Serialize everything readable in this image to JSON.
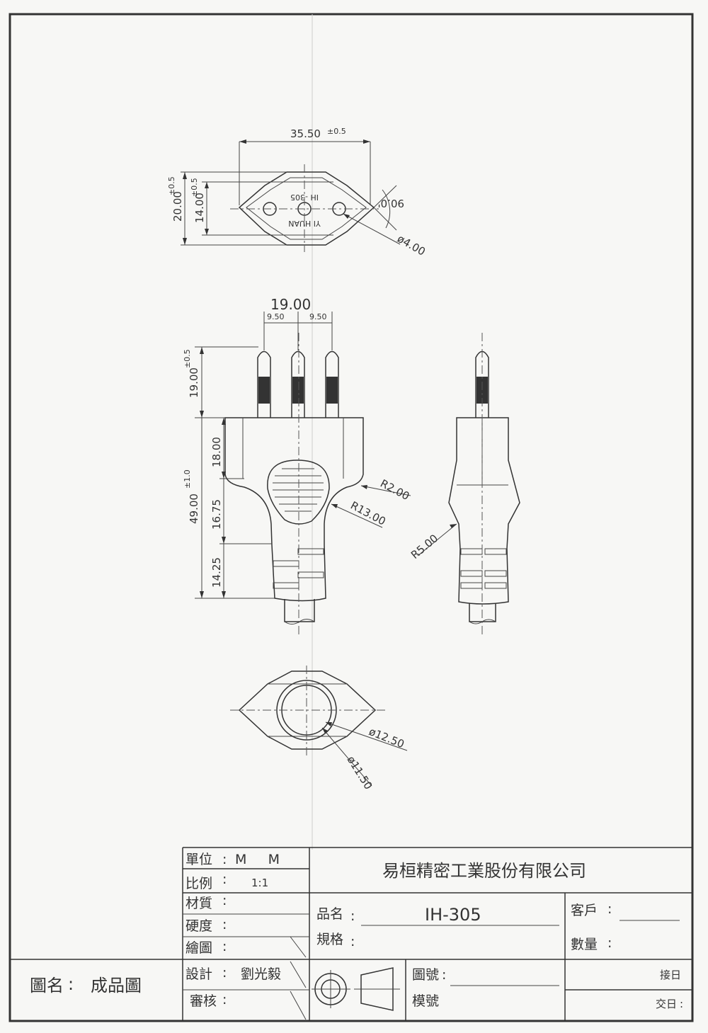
{
  "top_view": {
    "width_dim": "35.50",
    "width_tol": "±0.5",
    "outer_height_dim": "20.00",
    "outer_height_tol": "±0.5",
    "inner_height_dim": "14.00",
    "inner_height_tol": "±0.5",
    "angle_dim": "90.0'",
    "pin_dia_dim": "ø4.00",
    "face_text_1": "IH -305",
    "face_text_2": "YI HUAN"
  },
  "front_view": {
    "pin_span_dim": "19.00",
    "pin_pitch_left": "9.50",
    "pin_pitch_right": "9.50",
    "pin_length_dim": "19.00",
    "pin_length_tol": "±0.5",
    "body_length_dim": "49.00",
    "body_length_tol": "±1.0",
    "seg1_dim": "18.00",
    "seg2_dim": "16.75",
    "seg3_dim": "14.25",
    "radius_1": "R2.00",
    "radius_2": "R13.00"
  },
  "side_view": {
    "radius": "R5.00"
  },
  "bottom_view": {
    "outer_dia": "ø12.50",
    "inner_dia": "ø11.50"
  },
  "title_block": {
    "unit_label": "單位",
    "unit_value": "M     M",
    "scale_label": "比例",
    "scale_value": "1:1",
    "material_label": "材質",
    "hardness_label": "硬度",
    "drawn_label": "繪圖",
    "design_label": "設計",
    "designer": "劉光毅",
    "review_label": "審核",
    "drawing_name_label": "圖名",
    "drawing_name_value": "成品圖",
    "company": "易桓精密工業股份有限公司",
    "product_name_label": "品名",
    "product_name_value": "IH-305",
    "spec_label": "規格",
    "customer_label": "客戶",
    "quantity_label": "數量",
    "drawing_no_label": "圖號",
    "mold_no_label": "模號",
    "received_date_label": "接日",
    "delivery_date_label": "交日"
  }
}
